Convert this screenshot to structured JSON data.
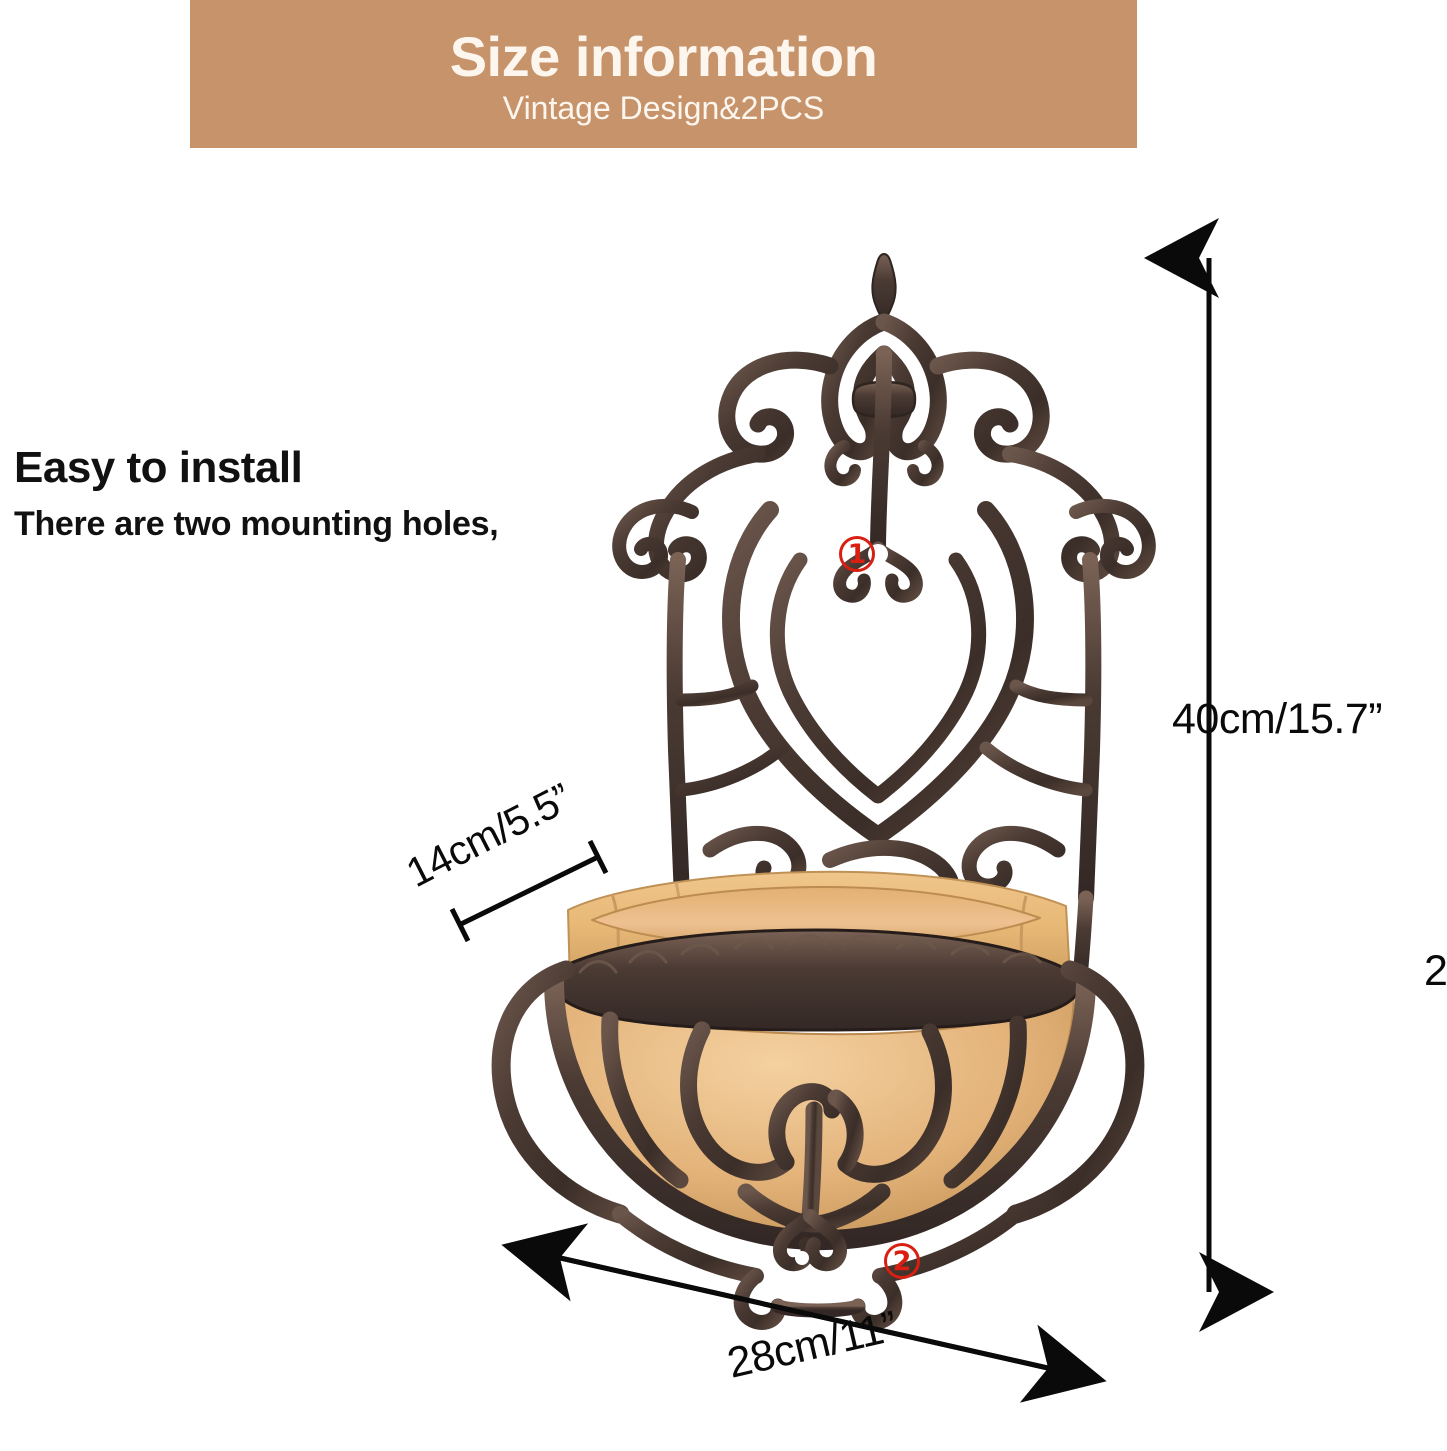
{
  "header": {
    "title": "Size information",
    "subtitle": "Vintage Design&2PCS",
    "background_color": "#c6936b",
    "text_color": "#fdf6ee"
  },
  "install_section": {
    "heading": "Easy to install",
    "subtext": "There are two mounting holes,"
  },
  "product": {
    "name": "vintage-cast-iron-wall-planter",
    "iron_color": "#4a3a33",
    "iron_color_dark": "#2e2420",
    "iron_color_light": "#7c6558",
    "liner_color": "#e8b977",
    "liner_color_shadow": "#c99a5c",
    "liner_color_light": "#f2cd96"
  },
  "dimensions": {
    "height": "40cm/15.7”",
    "width": "28cm/11”",
    "depth": "14cm/5.5”",
    "clipped_right": "2"
  },
  "callouts": [
    {
      "id": "1",
      "label": "①",
      "text": "1",
      "color": "#d81f12"
    },
    {
      "id": "2",
      "label": "②",
      "text": "2",
      "color": "#d81f12"
    }
  ]
}
